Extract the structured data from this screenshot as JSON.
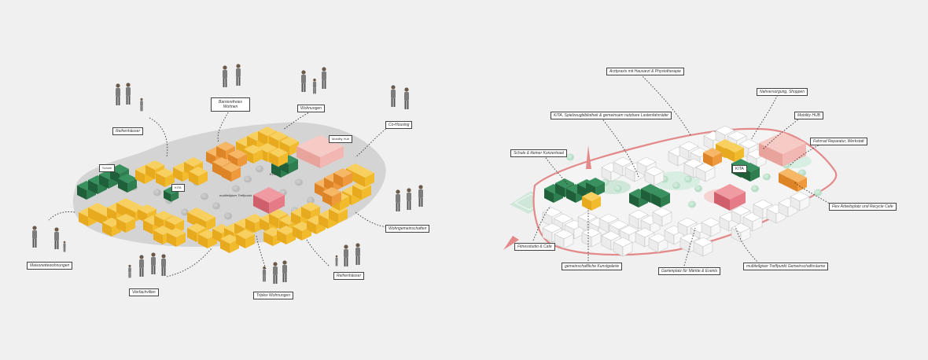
{
  "left_plan": {
    "labels": {
      "reihenhaeuser_top": "Reihenhäuser",
      "barrierefreies": "Barrierefreies Wohnen",
      "wohnungen": "Wohnungen",
      "co_housing": "Co-Housing",
      "schule": "Schule",
      "kita": "KITA",
      "kita_small": "KITA",
      "mobility_hub": "Mobility Hub",
      "treffpunkt": "mutliteilgiser Treffpunkt",
      "wohngemeinschaften": "Wohngemeinschaften",
      "maisonette": "Maisonettewohnungen",
      "vierfach": "Vierfachvillen",
      "triplex": "Triplex Wohnungen",
      "reihenhaeuser_bottom": "Reihenhäuser"
    }
  },
  "right_plan": {
    "labels": {
      "arztpraxis": "Arztpraxis mit Hausarzt & Physiotherapie",
      "nahversorgung": "Nahversorgung, Shoppen",
      "mobility_hub": "Mobility HUB",
      "kita_bib": "KITA, Spielzeugbibliothek & gemeinsam nutzbare Lastenfahrräder",
      "fahrrad": "Fahrrad Reparatur, Werkstatt",
      "schule_konzert": "Schule & kleiner Konzertsaal",
      "kita": "KITA",
      "flex": "Flex Arbeitsplatz und Recycle Cafe",
      "fitness": "Fitnesstudio & Cafe",
      "kunstgalerie": "gemeinschaftliche Kunstgalerie",
      "gartenplatz": "Gartenplatz für Märkte & Events",
      "treffpunkt_gemein": "multiteilgiser Treffpunkt Gemeinschaftsräume"
    }
  },
  "colors": {
    "background": "#f0f0f0",
    "ground": "#d2d2d2",
    "yellow": "#f2bb2e",
    "orange": "#ee9a3c",
    "green": "#2f7e50",
    "pink": "#e57b86",
    "light_pink": "#f2b7b2",
    "white_building": "#ffffff",
    "park_green": "#cfe7d8",
    "boundary": "#e3898a"
  }
}
